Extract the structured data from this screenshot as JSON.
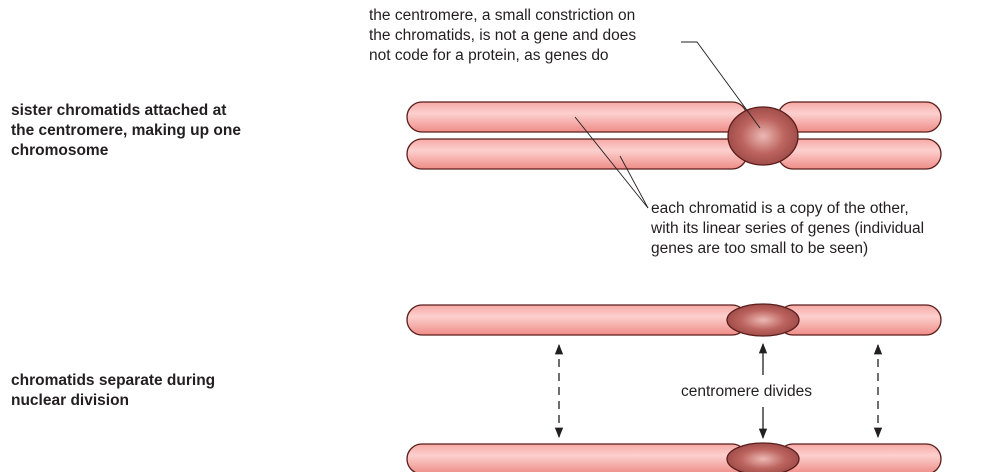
{
  "side_labels": {
    "chromosome": [
      "sister chromatids attached at",
      "the centromere, making up one",
      "chromosome"
    ],
    "separation": [
      "chromatids separate during",
      "nuclear division"
    ]
  },
  "annotations": {
    "centromere_note": [
      "the centromere, a small constriction on",
      "the chromatids, is not a gene and does",
      "not code for a protein, as genes do"
    ],
    "chromatid_note": [
      "each chromatid is a copy of the other,",
      "with its linear series of genes (individual",
      "genes are too small to be seen)"
    ],
    "centromere_divides": "centromere divides"
  },
  "colors": {
    "chromatid_fill": "#f39a97",
    "chromatid_highlight": "#fcd3d0",
    "centromere_fill": "#a4524f",
    "centromere_highlight": "#e8b2ad",
    "outline": "#5a1d1a",
    "text": "#231f20"
  }
}
